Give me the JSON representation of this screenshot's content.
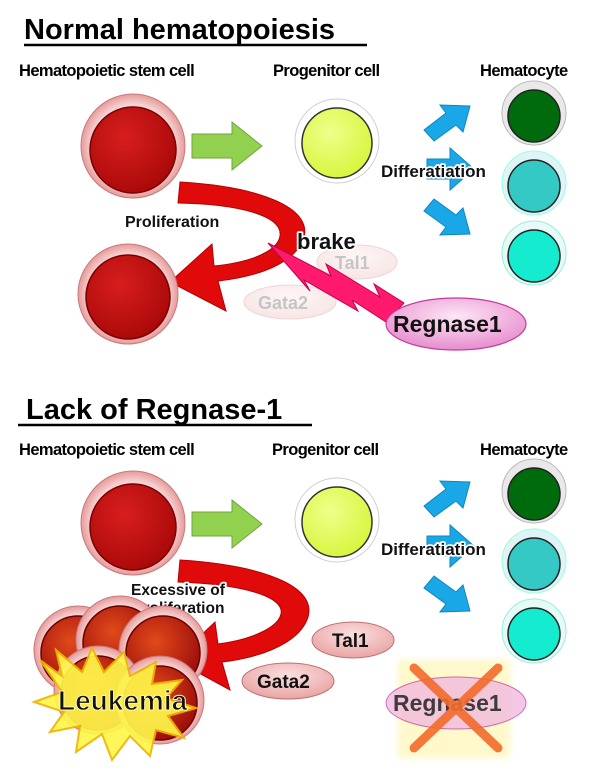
{
  "colors": {
    "stem_cell": "#c40f0f",
    "stem_ring": "#f0c0c0",
    "progenitor": "#e3ff5a",
    "hema_green": "#006b0c",
    "hema_teal": "#35c9c5",
    "hema_aqua": "#14ebcf",
    "arrow_green": "#92d050",
    "arrow_blue": "#1aa7e8",
    "curve_red": "#e00a0a",
    "bolt_pink": "#ff1a6e",
    "regnase_pill": "#f2a6d6",
    "factor_pill": "#f2b4b4",
    "cross": "#f26b2a",
    "burst": "#fff64a"
  },
  "panels": [
    {
      "title": "Normal hematopoiesis",
      "stem_label": "Hematopoietic stem cell",
      "progenitor_label": "Progenitor cell",
      "hematocyte_label": "Hematocyte",
      "differentiation_label": "Differatiation",
      "proliferation_label": "Proliferation",
      "brake_label": "brake",
      "factors": [
        "Tal1",
        "Gata2"
      ],
      "regnase_label": "Regnase1"
    },
    {
      "title": "Lack of Regnase-1",
      "stem_label": "Hematopoietic stem cell",
      "progenitor_label": "Progenitor cell",
      "hematocyte_label": "Hematocyte",
      "differentiation_label": "Differatiation",
      "proliferation_label_line1": "Excessive of",
      "proliferation_label_line2": "proliferation",
      "factors": [
        "Tal1",
        "Gata2"
      ],
      "leukemia_label": "Leukemia",
      "regnase_label": "Regnase1"
    }
  ]
}
